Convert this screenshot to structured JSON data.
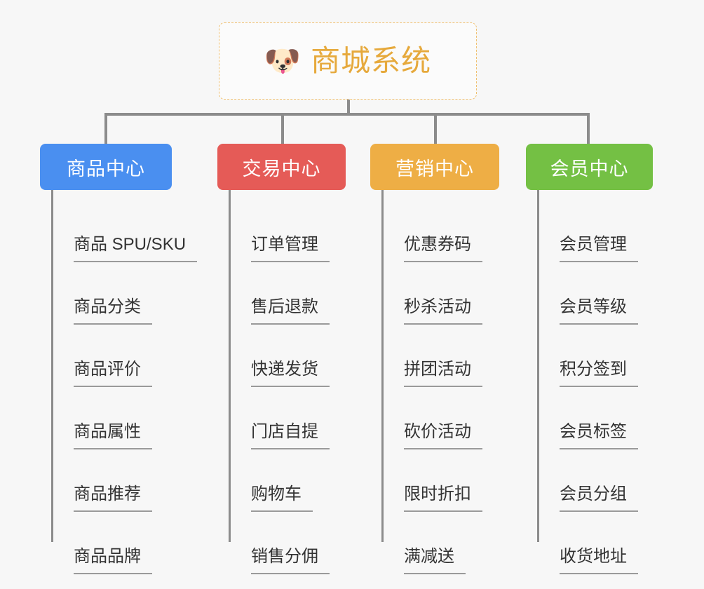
{
  "root": {
    "icon": "dog-face-icon",
    "icon_glyph": "🐶",
    "title": "商城系统",
    "title_color": "#e6a93c",
    "border_color": "#f0c070"
  },
  "connector_color": "#8c8c8c",
  "columns": [
    {
      "id": "product-center",
      "label": "商品中心",
      "color": "#4a8ff0",
      "items": [
        "商品 SPU/SKU",
        "商品分类",
        "商品评价",
        "商品属性",
        "商品推荐",
        "商品品牌"
      ]
    },
    {
      "id": "trade-center",
      "label": "交易中心",
      "color": "#e55b57",
      "items": [
        "订单管理",
        "售后退款",
        "快递发货",
        "门店自提",
        "购物车",
        "销售分佣"
      ]
    },
    {
      "id": "marketing-center",
      "label": "营销中心",
      "color": "#eeae45",
      "items": [
        "优惠券码",
        "秒杀活动",
        "拼团活动",
        "砍价活动",
        "限时折扣",
        "满减送"
      ]
    },
    {
      "id": "member-center",
      "label": "会员中心",
      "color": "#74c044",
      "items": [
        "会员管理",
        "会员等级",
        "积分签到",
        "会员标签",
        "会员分组",
        "收货地址"
      ]
    }
  ]
}
